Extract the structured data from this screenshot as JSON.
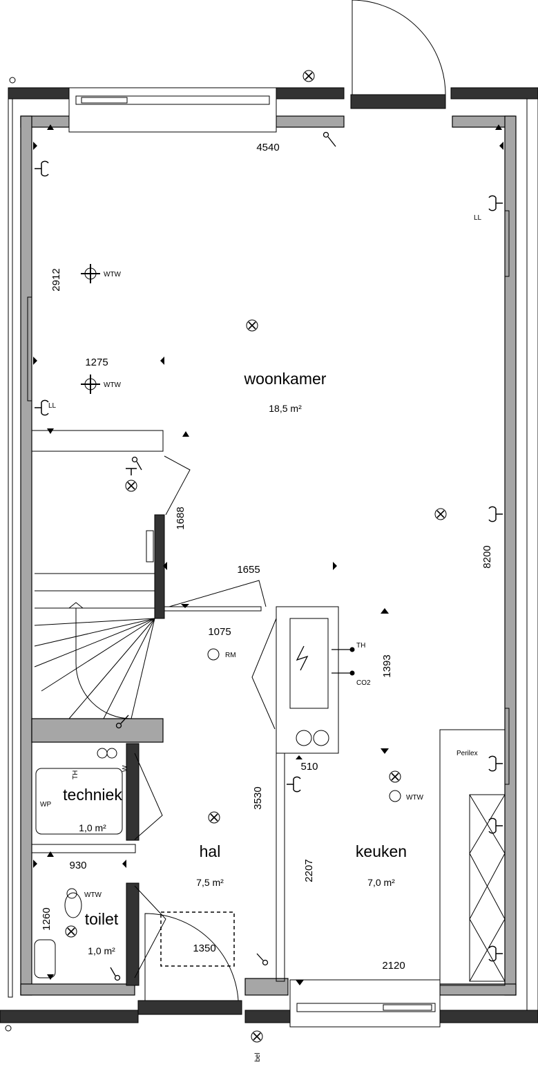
{
  "rooms": {
    "woonkamer": {
      "name": "woonkamer",
      "area": "18,5 m²"
    },
    "techniek": {
      "name": "techniek",
      "area": "1,0 m²"
    },
    "toilet": {
      "name": "toilet",
      "area": "1,0 m²"
    },
    "hal": {
      "name": "hal",
      "area": "7,5 m²"
    },
    "keuken": {
      "name": "keuken",
      "area": "7,0 m²"
    }
  },
  "dimensions": {
    "d4540": "4540",
    "d2912": "2912",
    "d1275": "1275",
    "d1688": "1688",
    "d8200": "8200",
    "d1655": "1655",
    "d1075": "1075",
    "d1393": "1393",
    "d510": "510",
    "d3530": "3530",
    "d930": "930",
    "d1260": "1260",
    "d2207": "2207",
    "d1350": "1350",
    "d2120": "2120"
  },
  "symbols": {
    "wtw": "WTW",
    "ll": "LL",
    "rm": "RM",
    "th": "TH",
    "co2": "CO2",
    "perilex": "Perilex",
    "wp": "WP",
    "w": "W",
    "bel": "bel"
  }
}
